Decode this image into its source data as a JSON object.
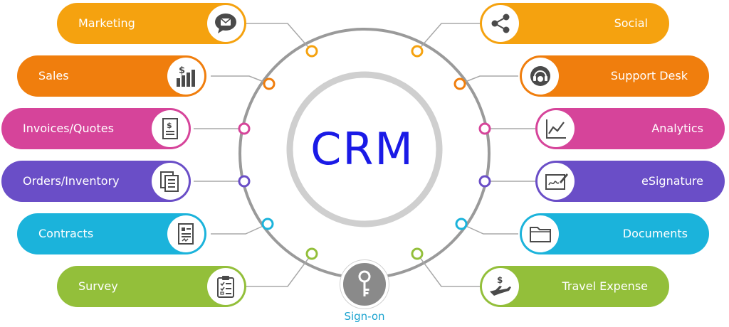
{
  "center": {
    "title": "CRM"
  },
  "signon": {
    "label": "Sign-on",
    "color": "#8a8a8a",
    "label_color": "#1aa3cf"
  },
  "modules_left": [
    {
      "label": "Marketing",
      "color": "#f5a20f",
      "icon": "chat-bubble-icon"
    },
    {
      "label": "Sales",
      "color": "#f07e0d",
      "icon": "chart-dollar-icon"
    },
    {
      "label": "Invoices/Quotes",
      "color": "#d6449a",
      "icon": "invoice-icon"
    },
    {
      "label": "Orders/Inventory",
      "color": "#6a4ec7",
      "icon": "stacked-documents-icon"
    },
    {
      "label": "Contracts",
      "color": "#1bb3db",
      "icon": "contract-icon"
    },
    {
      "label": "Survey",
      "color": "#93bf3a",
      "icon": "clipboard-checklist-icon"
    }
  ],
  "modules_right": [
    {
      "label": "Social",
      "color": "#f5a20f",
      "icon": "share-icon"
    },
    {
      "label": "Support Desk",
      "color": "#f07e0d",
      "icon": "headset-icon"
    },
    {
      "label": "Analytics",
      "color": "#d6449a",
      "icon": "line-chart-icon"
    },
    {
      "label": "eSignature",
      "color": "#6a4ec7",
      "icon": "signature-icon"
    },
    {
      "label": "Documents",
      "color": "#1bb3db",
      "icon": "folder-icon"
    },
    {
      "label": "Travel Expense",
      "color": "#93bf3a",
      "icon": "airplane-dollar-icon"
    }
  ]
}
